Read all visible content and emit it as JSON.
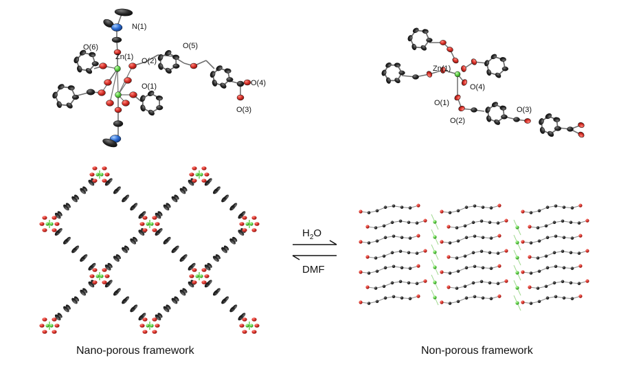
{
  "left_structure": {
    "labels": [
      "N(1)",
      "O(6)",
      "Zn(1)",
      "O(2)",
      "O(5)",
      "O(1)",
      "O(4)",
      "O(3)"
    ]
  },
  "right_structure": {
    "labels": [
      "Zn(1)",
      "O(4)",
      "O(1)",
      "O(2)",
      "O(3)"
    ]
  },
  "arrows": {
    "forward_main": "H",
    "forward_sub": "2",
    "forward_tail": "O",
    "reverse": "DMF"
  },
  "captions": {
    "left": "Nano-porous framework",
    "right": "Non-porous framework"
  },
  "colors": {
    "carbon": "#2b2b2b",
    "oxygen": "#d9332b",
    "zinc": "#5fd045",
    "nitrogen": "#2f6fd6",
    "bond": "#777777"
  }
}
